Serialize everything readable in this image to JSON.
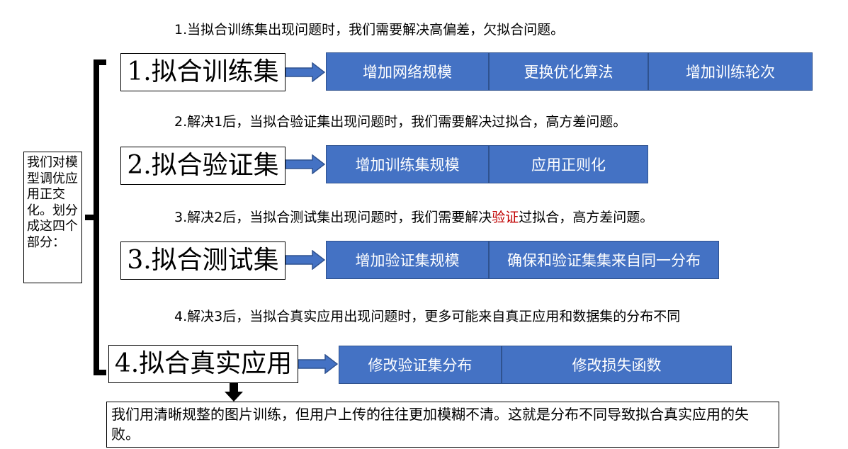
{
  "notes": {
    "n1": "1.当拟合训练集出现问题时，我们需要解决高偏差，欠拟合问题。",
    "n2": "2.解决1后，当拟合验证集出现问题时，我们需要解决过拟合，高方差问题。",
    "n3_prefix": "3.解决2后，当拟合测试集出现问题时，我们需要解决",
    "n3_highlight": "验证",
    "n3_suffix": "过拟合，高方差问题。",
    "n4": "4.解决3后，当拟合真实应用出现问题时，更多可能来自真正应用和数据集的分布不同"
  },
  "side_note": "我们对模型调优应用正交化。划分成这四个部分：",
  "stages": [
    {
      "label": "1.拟合训练集",
      "actions": [
        "增加网络规模",
        "更换优化算法",
        "增加训练轮次"
      ]
    },
    {
      "label": "2.拟合验证集",
      "actions": [
        "增加训练集规模",
        "应用正则化"
      ]
    },
    {
      "label": "3.拟合测试集",
      "actions": [
        "增加验证集规模",
        "确保和验证集集来自同一分布"
      ]
    },
    {
      "label": "4.拟合真实应用",
      "actions": [
        "修改验证集分布",
        "修改损失函数"
      ]
    }
  ],
  "bottom_note": "我们用清晰规整的图片训练，但用户上传的往往更加模糊不清。这就是分布不同导致拟合真实应用的失败。",
  "colors": {
    "action_fill": "#4472c4",
    "highlight": "#c00000",
    "arrow": "#4472c4"
  }
}
